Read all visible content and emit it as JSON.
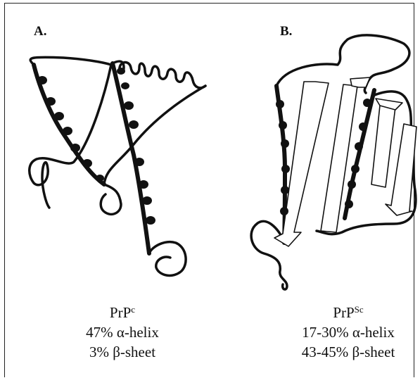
{
  "panel_a": {
    "label": "A.",
    "protein": "PrP",
    "protein_sup": "c",
    "helix_line": "47% α-helix",
    "sheet_line": "3% β-sheet"
  },
  "panel_b": {
    "label": "B.",
    "protein": "PrP",
    "protein_sup": "Sc",
    "helix_line": "17-30% α-helix",
    "sheet_line": "43-45% β-sheet"
  }
}
